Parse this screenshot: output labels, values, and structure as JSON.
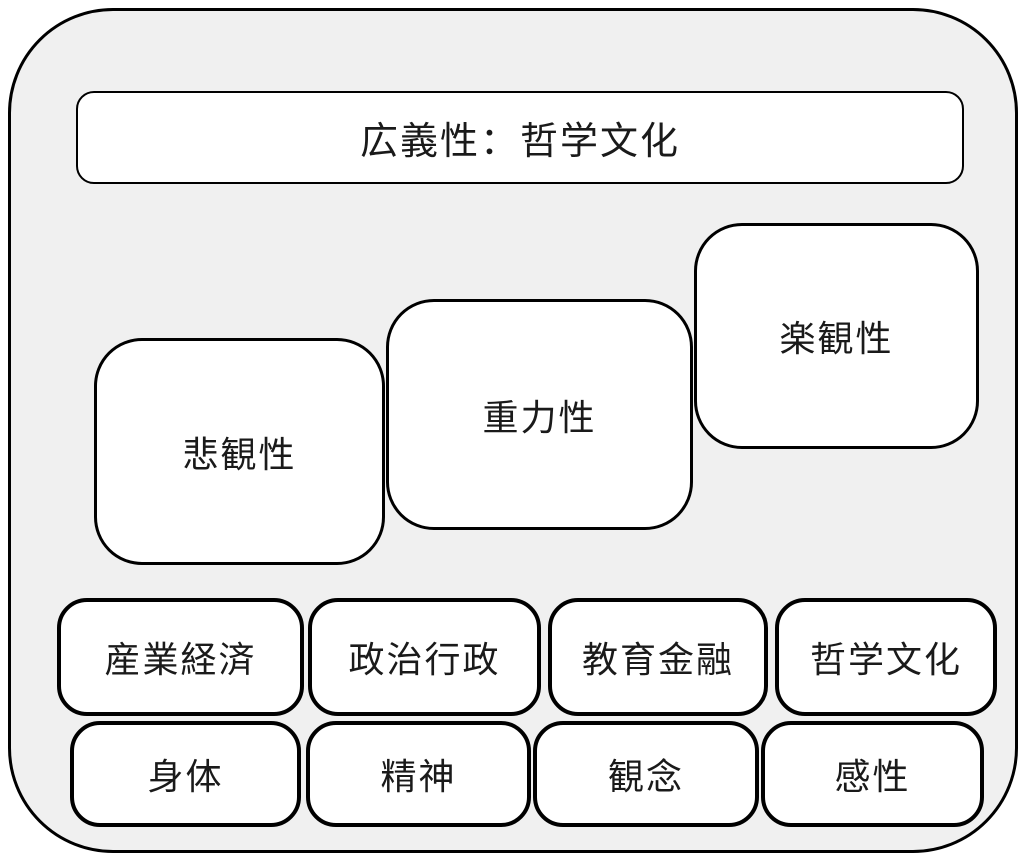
{
  "diagram": {
    "colors": {
      "page_background": "#ffffff",
      "container_fill": "#f0f0f0",
      "box_fill": "#ffffff",
      "border": "#000000"
    },
    "header_box": {
      "label": "広義性：哲学文化"
    },
    "middle_nodes": [
      {
        "label": "悲観性"
      },
      {
        "label": "重力性"
      },
      {
        "label": "楽観性"
      }
    ],
    "category_row": [
      {
        "label": "産業経済"
      },
      {
        "label": "政治行政"
      },
      {
        "label": "教育金融"
      },
      {
        "label": "哲学文化"
      }
    ],
    "aspect_row": [
      {
        "label": "身体"
      },
      {
        "label": "精神"
      },
      {
        "label": "観念"
      },
      {
        "label": "感性"
      }
    ]
  }
}
